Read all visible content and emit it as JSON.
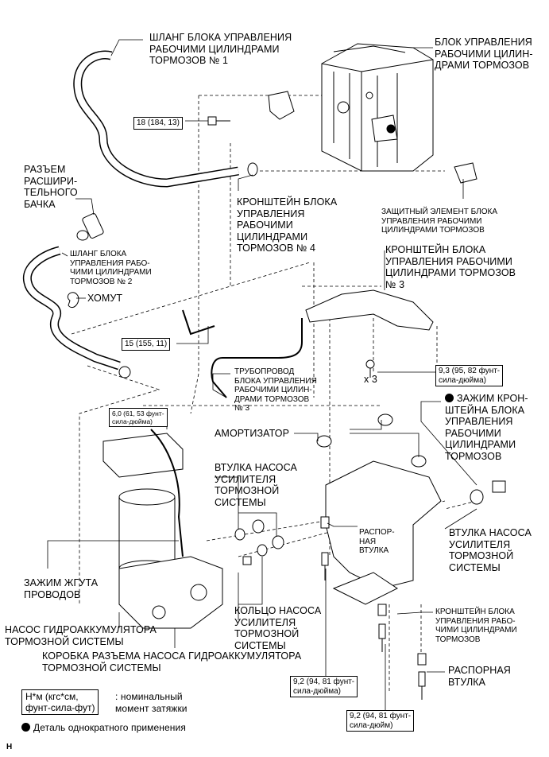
{
  "labels": {
    "hose_1": "ШЛАНГ БЛОКА УПРАВЛЕНИЯ\nРАБОЧИМИ ЦИЛИНДРАМИ\nТОРМОЗОВ № 1",
    "actuator": "БЛОК УПРАВЛЕНИЯ\nРАБОЧИМИ ЦИЛИН-\nДРАМИ ТОРМОЗОВ",
    "reservoir_connector": "РАЗЪЕМ\nРАСШИРИ-\nТЕЛЬНОГО\nБАЧКА",
    "bracket_4": "КРОНШТЕЙН БЛОКА\nУПРАВЛЕНИЯ\nРАБОЧИМИ\nЦИЛИНДРАМИ\nТОРМОЗОВ № 4",
    "protector": "ЗАЩИТНЫЙ ЭЛЕМЕНТ БЛОКА\nУПРАВЛЕНИЯ РАБОЧИМИ\nЦИЛИНДРАМИ ТОРМОЗОВ",
    "hose_2": "ШЛАНГ БЛОКА\nУПРАВЛЕНИЯ РАБО-\nЧИМИ ЦИЛИНДРАМИ\nТОРМОЗОВ № 2",
    "clamp": "ХОМУТ",
    "bracket_3": "КРОНШТЕЙН БЛОКА\nУПРАВЛЕНИЯ РАБОЧИМИ\nЦИЛИНДРАМИ ТОРМОЗОВ\n№ 3",
    "tube_3": "ТРУБОПРОВОД\nБЛОКА УПРАВЛЕНИЯ\nРАБОЧИМИ ЦИЛИН-\nДРАМИ ТОРМОЗОВ\n№ 3",
    "x3": "x 3",
    "bracket_clamp": "ЗАЖИМ КРОН-\nШТЕЙНА БЛОКА\nУПРАВЛЕНИЯ\nРАБОЧИМИ\nЦИЛИНДРАМИ\nТОРМОЗОВ",
    "cushion": "АМОРТИЗАТОР",
    "pump_bushing_left": "ВТУЛКА НАСОСА\nУСИЛИТЕЛЯ\nТОРМОЗНОЙ\nСИСТЕМЫ",
    "pump_bushing_right": "ВТУЛКА НАСОСА\nУСИЛИТЕЛЯ\nТОРМОЗНОЙ\nСИСТЕМЫ",
    "spacer_upper": "РАСПОР-\nНАЯ\nВТУЛКА",
    "harness_clamp": "ЗАЖИМ ЖГУТА\nПРОВОДОВ",
    "pump_ring": "КОЛЬЦО НАСОСА\nУСИЛИТЕЛЯ\nТОРМОЗНОЙ\nСИСТЕМЫ",
    "bracket_lower": "КРОНШТЕЙН БЛОКА\nУПРАВЛЕНИЯ РАБО-\nЧИМИ ЦИЛИНДРАМИ\nТОРМОЗОВ",
    "pump_motor": "НАСОС ГИДРОАККУМУЛЯТОРА\nТОРМОЗНОЙ СИСТЕМЫ",
    "connector_box": "КОРОБКА РАЗЪЕМА НАСОСА ГИДРОАККУМУЛЯТОРА\nТОРМОЗНОЙ СИСТЕМЫ",
    "spacer_lower": "РАСПОРНАЯ\nВТУЛКА"
  },
  "torques": {
    "t18": "18 (184, 13)",
    "t15": "15 (155, 11)",
    "t93": "9,3 (95, 82 фунт-\nсила-дюйма)",
    "t60": "6,0 (61, 53 фунт-\nсила-дюйма)",
    "t92a": "9,2 (94, 81 фунт-\nсила-дюйма)",
    "t92b": "9,2 (94, 81 фунт-\nсила-дюйм)"
  },
  "legend": {
    "torque_unit": "Н*м (кгс*см,\nфунт-сила-фут)",
    "torque_desc": ": номинальный\nмомент затяжки",
    "non_reusable": "Деталь однократного применения"
  },
  "corner_mark": "H"
}
